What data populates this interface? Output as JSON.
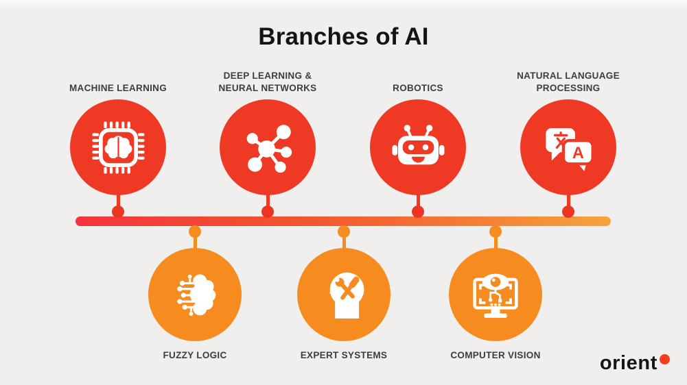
{
  "title": "Branches of AI",
  "top_branches": [
    {
      "label": "MACHINE LEARNING",
      "icon": "chip-brain-icon"
    },
    {
      "label": "DEEP LEARNING &\nNEURAL NETWORKS",
      "icon": "neural-network-icon"
    },
    {
      "label": "ROBOTICS",
      "icon": "robot-icon"
    },
    {
      "label": "NATURAL LANGUAGE\nPROCESSING",
      "icon": "translation-icon"
    }
  ],
  "bottom_branches": [
    {
      "label": "FUZZY LOGIC",
      "icon": "circuit-brain-icon"
    },
    {
      "label": "EXPERT SYSTEMS",
      "icon": "head-tools-icon"
    },
    {
      "label": "COMPUTER VISION",
      "icon": "monitor-eye-icon"
    }
  ],
  "logo": {
    "text": "orient"
  },
  "colors": {
    "top_circle": "#ee3a25",
    "bottom_circle": "#f68b1f",
    "bar_gradient_start": "#f4343e",
    "bar_gradient_end": "#f6a43e",
    "background": "#f0efee",
    "label_text": "#3d3d3d",
    "title_text": "#141414",
    "logo_dot": "#f63c1e"
  }
}
